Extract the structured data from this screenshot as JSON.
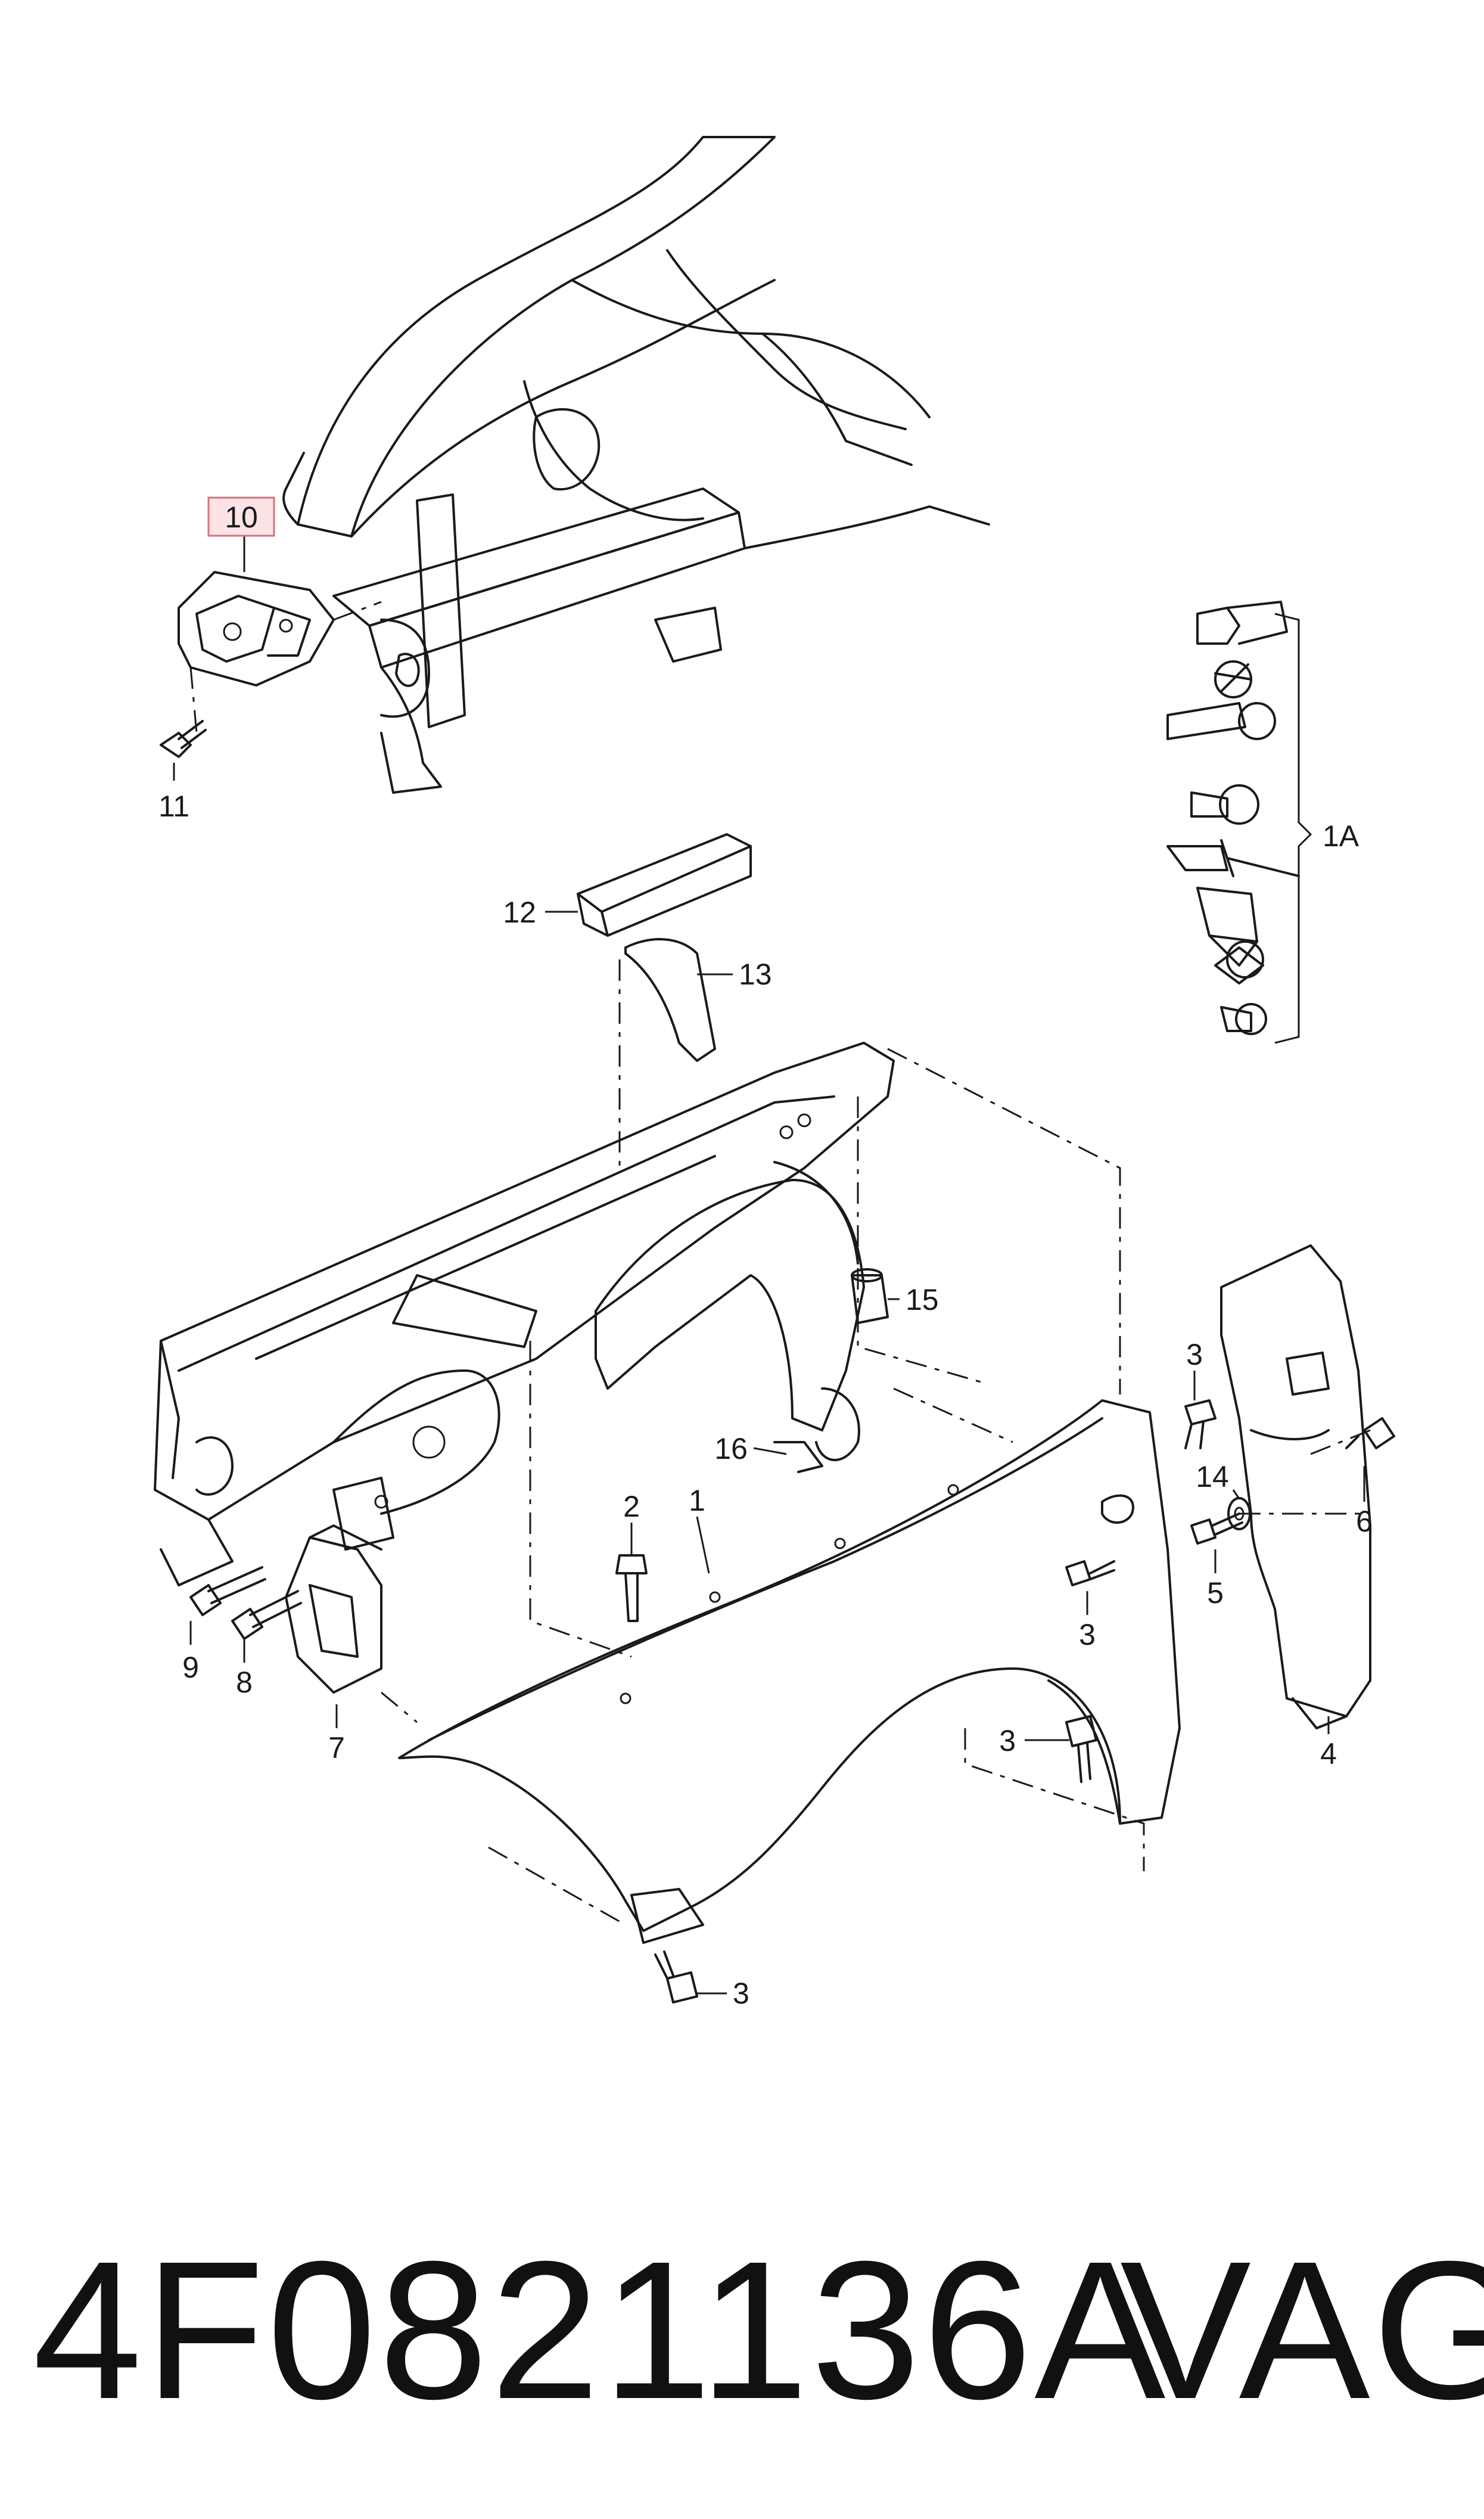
{
  "callouts": {
    "c10": "10",
    "c11": "11",
    "c12": "12",
    "c13": "13",
    "c1A": "1A",
    "c15": "15",
    "c16": "16",
    "c3a": "3",
    "c14": "14",
    "c6": "6",
    "c2": "2",
    "c1": "1",
    "c9": "9",
    "c8": "8",
    "c7": "7",
    "c5": "5",
    "c3b": "3",
    "c3c": "3",
    "c4": "4",
    "c3d": "3"
  },
  "footer": {
    "part_number": "4F0821136A",
    "brand": "VAG"
  },
  "highlight_color": "#d9707c"
}
